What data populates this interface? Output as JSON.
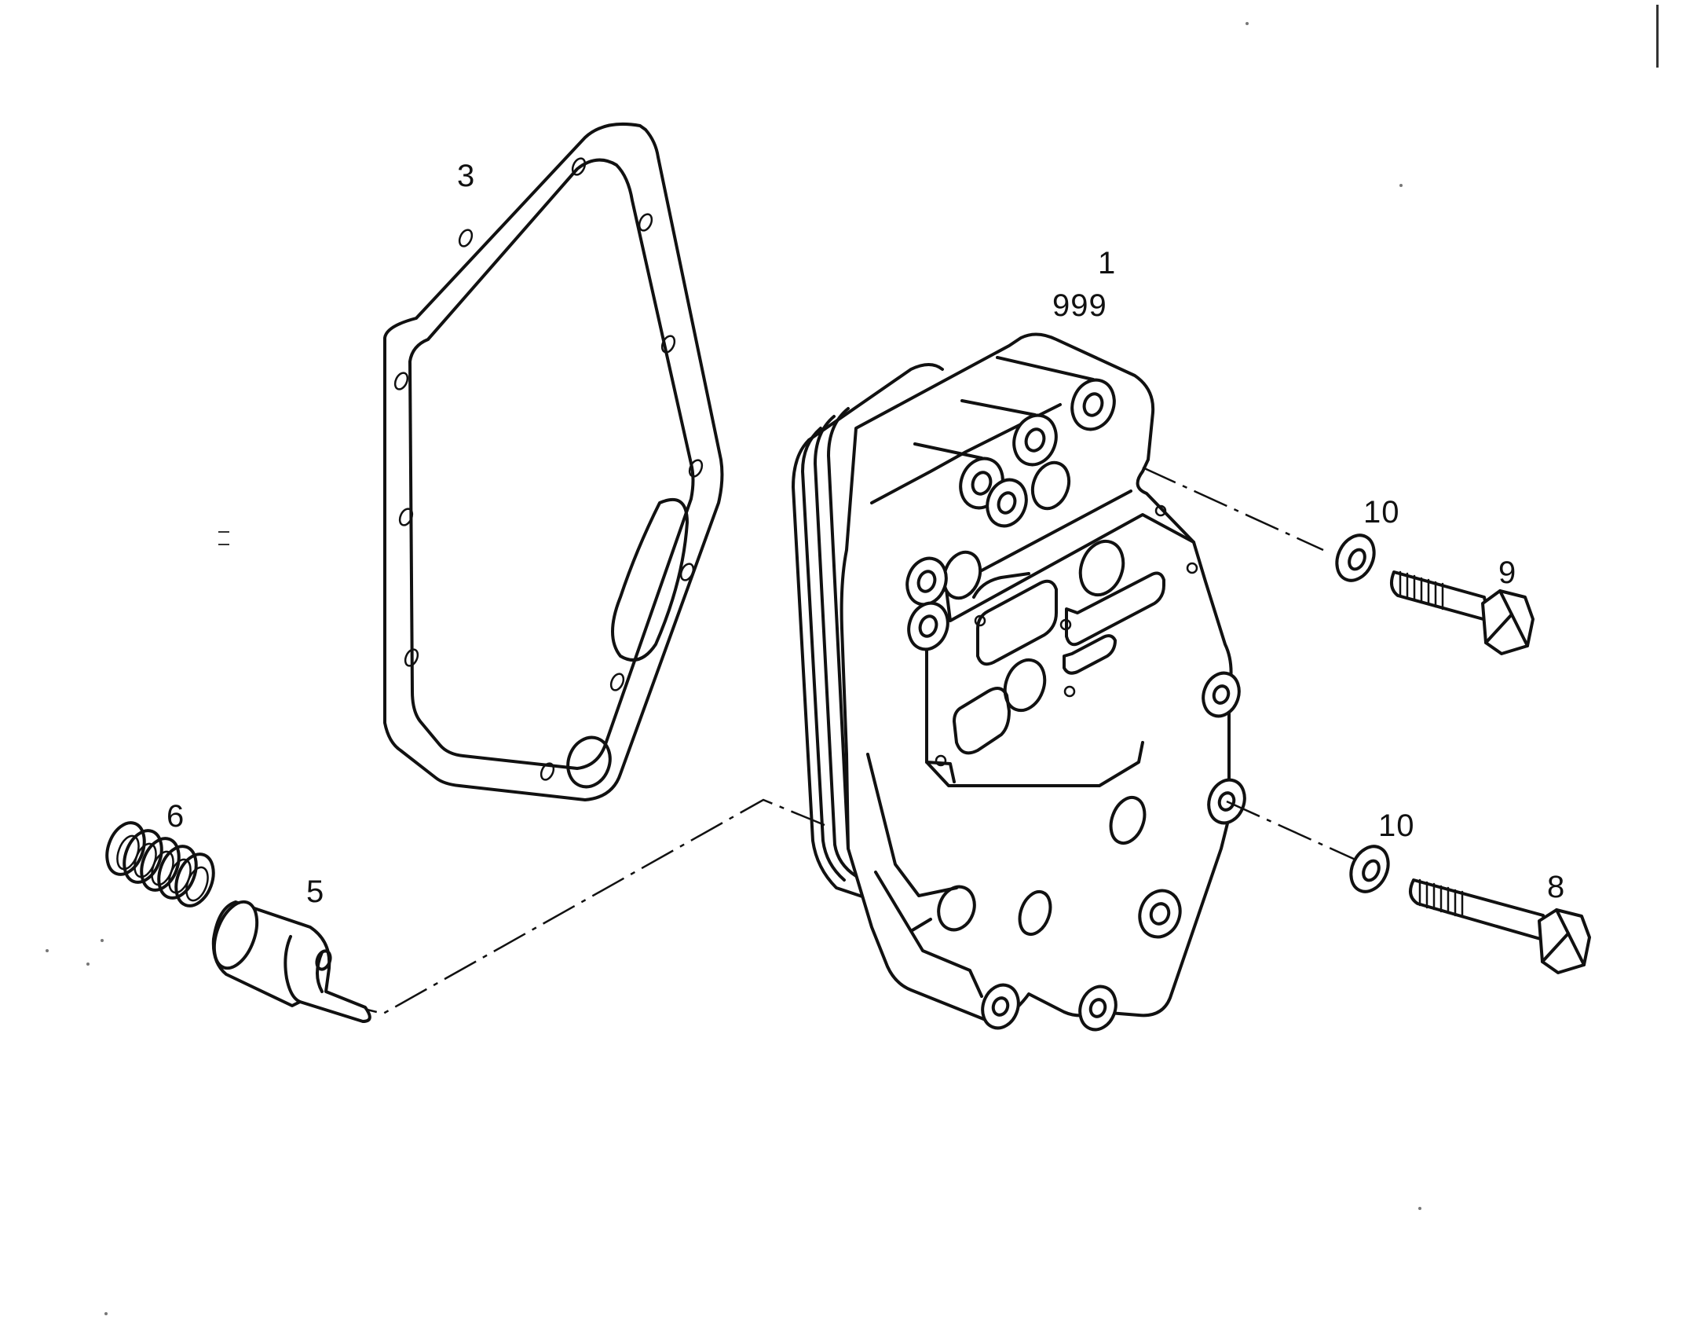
{
  "diagram": {
    "labels": {
      "housing": "1",
      "housing_sub": "999",
      "gasket": "3",
      "valve_piston": "5",
      "spring": "6",
      "bolt_long": "8",
      "bolt_short": "9",
      "washer_upper": "10",
      "washer_lower": "10"
    }
  }
}
